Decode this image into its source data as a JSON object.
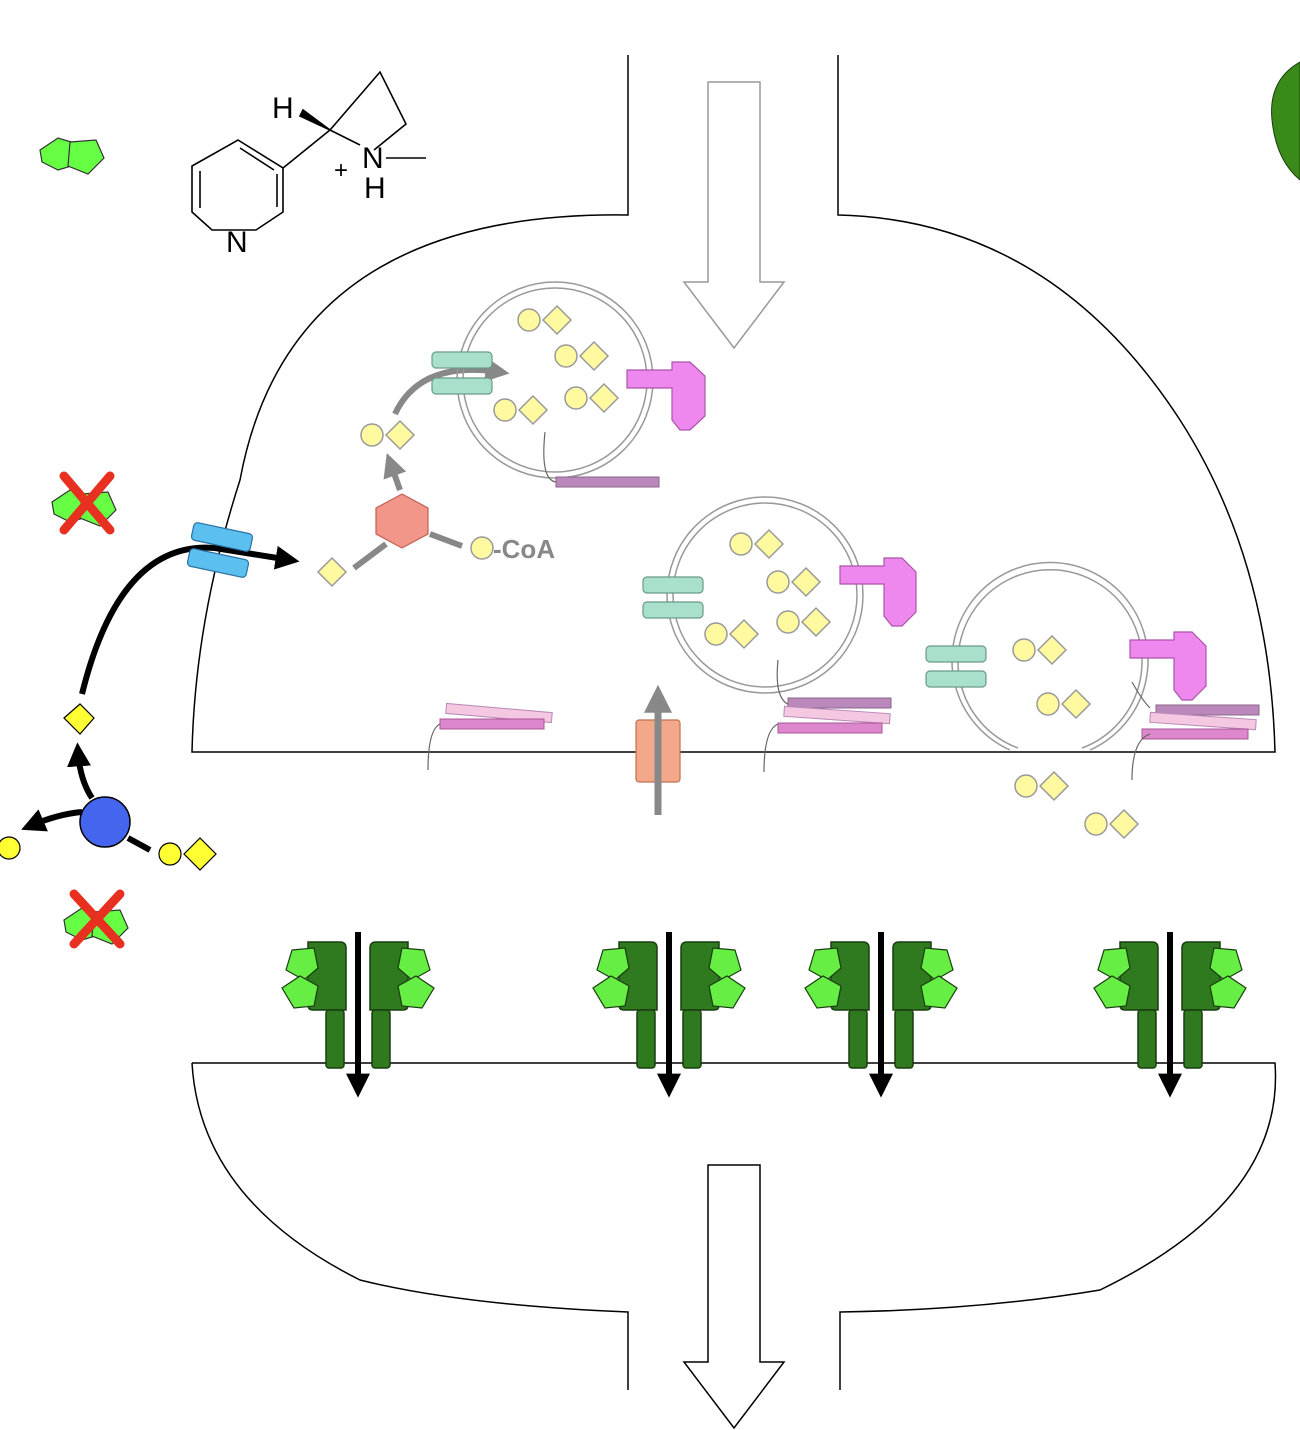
{
  "labels": {
    "coa": "-CoA",
    "nicotine_h_top": "H",
    "nicotine_plus": "+",
    "nicotine_n_ring": "N",
    "nicotine_h_bottom": "H",
    "pyridine_n": "N"
  },
  "colors": {
    "nicotine_green": "#66ff44",
    "receptor_dark_green": "#2f7a1e",
    "receptor_light_green": "#66ee44",
    "choline_yellow": "#fffaa0",
    "choline_bright_yellow": "#ffff33",
    "acetylcholinesterase_blue": "#4466ee",
    "choline_transporter_blue": "#5bc0f0",
    "chat_salmon": "#f2968a",
    "vesicle_transporter_teal": "#a8e0cc",
    "synaptotagmin_pink": "#ee88ee",
    "snare_purple": "#bb88bb",
    "snare_pink": "#dd88cc",
    "calcium_channel_orange": "#f4a88a",
    "block_red": "#e83020"
  },
  "icons": {
    "block_mark": "red-x-icon",
    "nicotine": "double-pentagon-icon"
  }
}
